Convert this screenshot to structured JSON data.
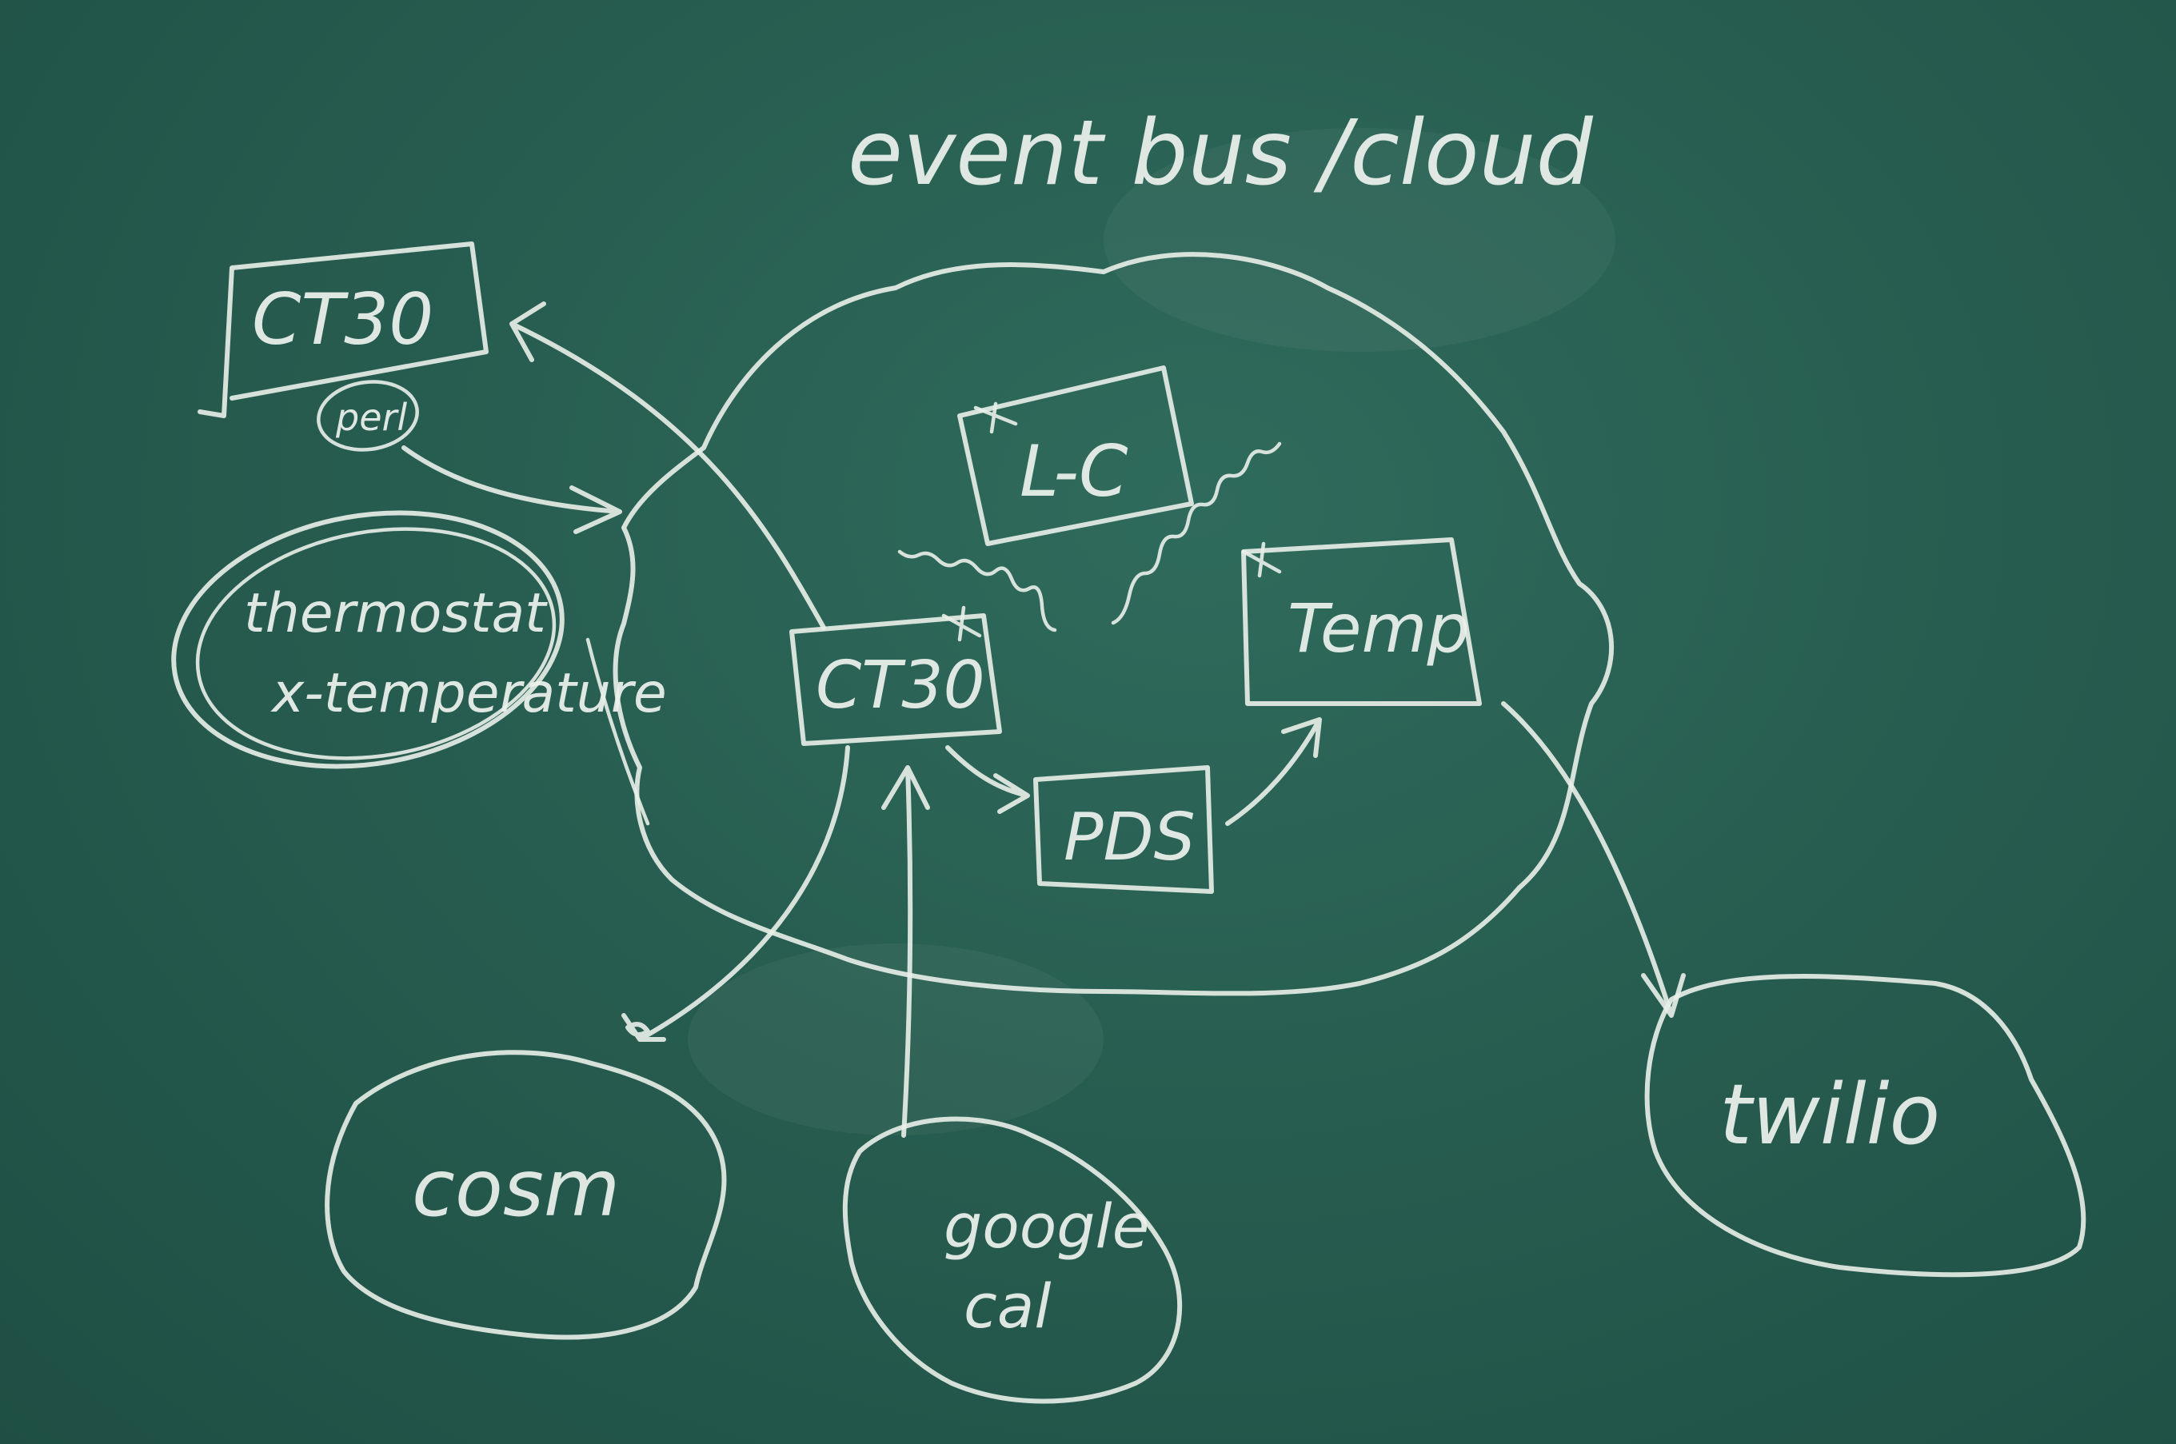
{
  "board": {
    "title": "event bus /cloud",
    "colors": {
      "board": "#275d50",
      "chalk": "#e9efe9"
    }
  },
  "nodes": {
    "ct30_top": "CT30",
    "perl": "perl",
    "thermostat_line1": "thermostat",
    "thermostat_line2": "x-temperature",
    "lc": "L-C",
    "ct30_inner": "CT30",
    "temp": "Temp",
    "pds": "PDS",
    "cosm": "cosm",
    "google_line1": "google",
    "google_line2": "cal",
    "twilio": "twilio"
  }
}
